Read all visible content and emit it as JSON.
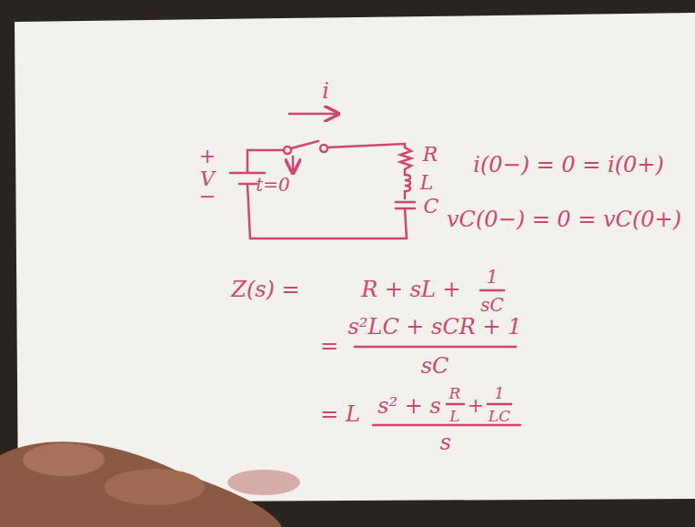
{
  "diagram": {
    "labels": [
      "i",
      "+",
      "V",
      "−",
      "t=0",
      "R",
      "L",
      "C",
      "i(0−) = 0 = i(0+)",
      "vC(0−) = 0 = vC(0+)",
      "Z(s) =",
      "R + sL +",
      "1",
      "sC",
      "=",
      "s²LC + sCR + 1",
      "sC",
      "=",
      "L",
      "s² + s",
      "R",
      "L",
      "+",
      "1",
      "LC",
      "s"
    ]
  }
}
